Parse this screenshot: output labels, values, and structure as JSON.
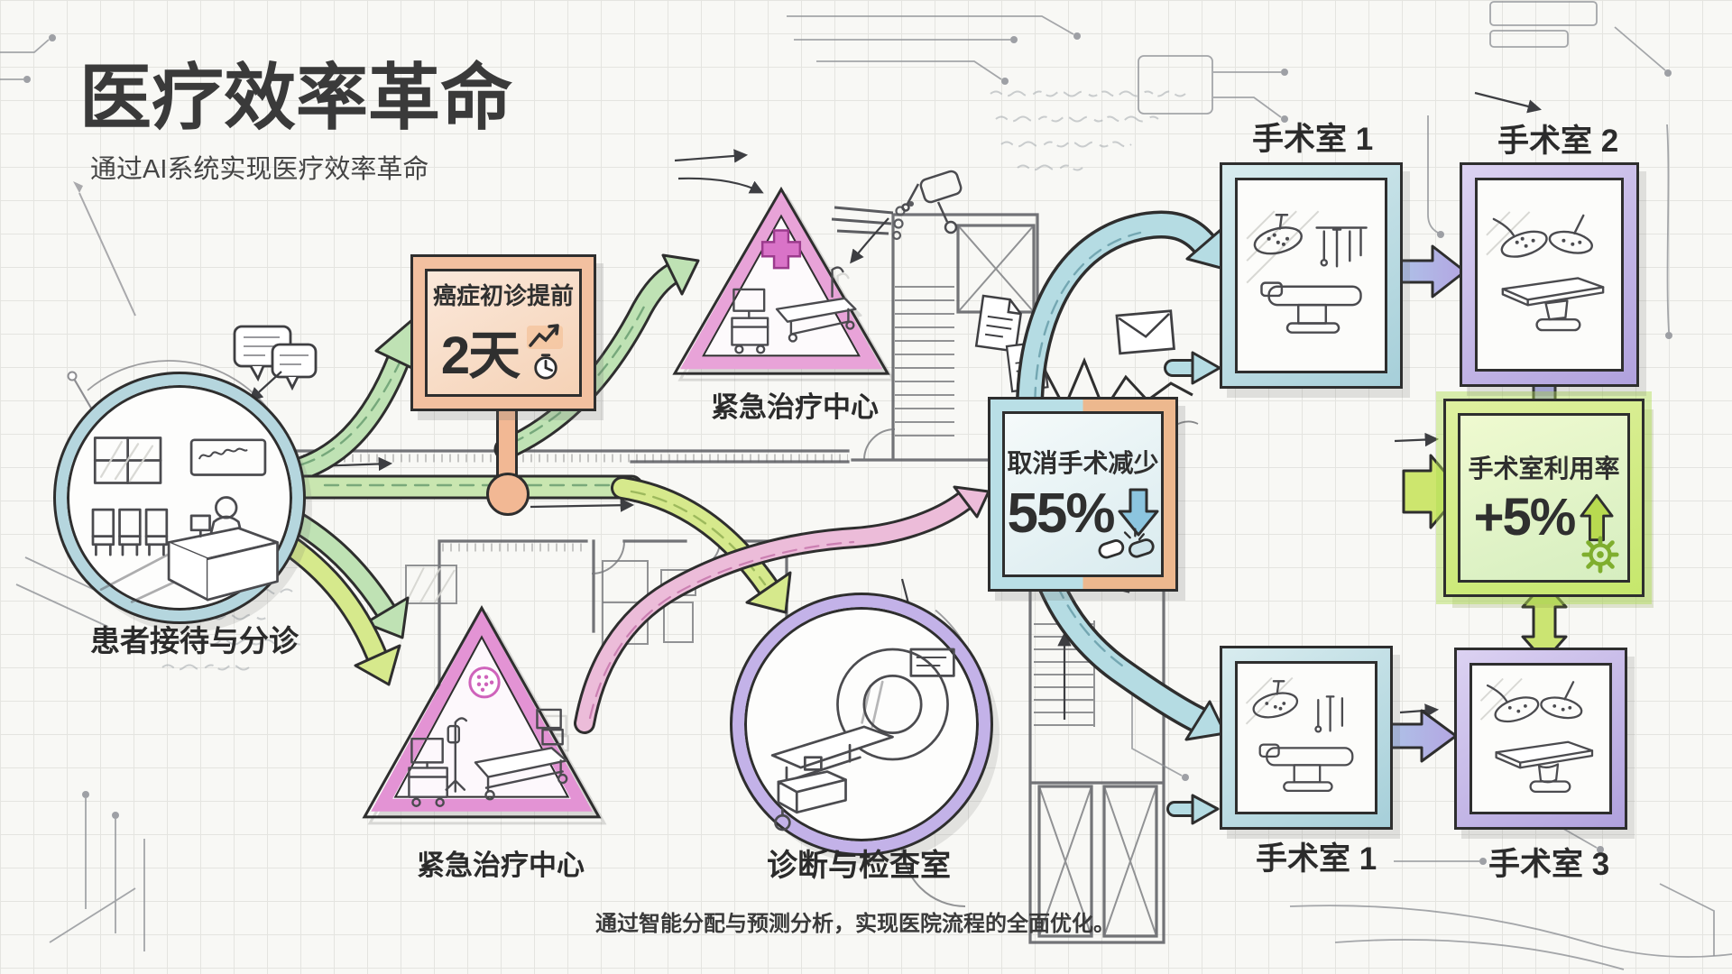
{
  "poster": {
    "title": "医疗效率革命",
    "subtitle": "通过AI系统实现医疗效率革命",
    "caption": "通过智能分配与预测分析，实现医院流程的全面优化。"
  },
  "nodes": {
    "reception": {
      "label": "患者接待与分诊"
    },
    "cancer_stat": {
      "title": "癌症初诊提前",
      "value": "2天"
    },
    "emergency_top": {
      "label": "紧急治疗中心"
    },
    "emergency_bottom": {
      "label": "紧急治疗中心"
    },
    "diagnostics": {
      "label": "诊断与检查室"
    },
    "cancellation_stat": {
      "title": "取消手术减少",
      "value": "55%"
    },
    "utilization_stat": {
      "title": "手术室利用率",
      "value": "+5%"
    },
    "or1_top": {
      "label": "手术室 1"
    },
    "or2_top": {
      "label": "手术室 2"
    },
    "or1_bottom": {
      "label": "手术室 1"
    },
    "or3_bottom": {
      "label": "手术室 3"
    }
  },
  "icons": {
    "trend_up": "↗",
    "clock": "🕐",
    "arrow_down": "↓",
    "broken_link": "⛓",
    "arrow_up": "↑",
    "gear": "⚙",
    "chat_bubbles": "💬",
    "medical_cross": "+"
  },
  "colors": {
    "ink": "#2f2f2f",
    "teal": "#aed3db",
    "purple": "#c2b2e6",
    "pink": "#e79fd3",
    "orange": "#f2bc98",
    "lime": "#cde66e",
    "arrow_green": "#bfe2b4",
    "arrow_yellow": "#d6e98c",
    "arrow_blue": "#8cc5df"
  }
}
